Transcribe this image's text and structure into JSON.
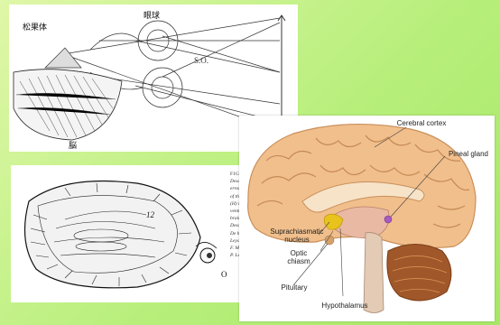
{
  "descartes_diagram": {
    "label_pineal": "松果体",
    "label_eyeball": "眼球",
    "label_brain": "脳"
  },
  "woodcut": {
    "figure_label": "O"
  },
  "caption_fragment": {
    "head": "FIGUR",
    "lines": [
      "Desca",
      "errone",
      "of the",
      "(H) in",
      "ventri",
      "brain.",
      "Desca",
      "De ho",
      "Leyde",
      "F. Mo",
      "P. Lef"
    ]
  },
  "brain_diagram": {
    "labels": {
      "cerebral_cortex": "Cerebral cortex",
      "pineal_gland": "Pineal gland",
      "suprachiasmatic_nucleus": "Suprachiasmatic nucleus",
      "optic_chiasm": "Optic chiasm",
      "pituitary": "Pituitary",
      "hypothalamus": "Hypothalamus"
    }
  }
}
